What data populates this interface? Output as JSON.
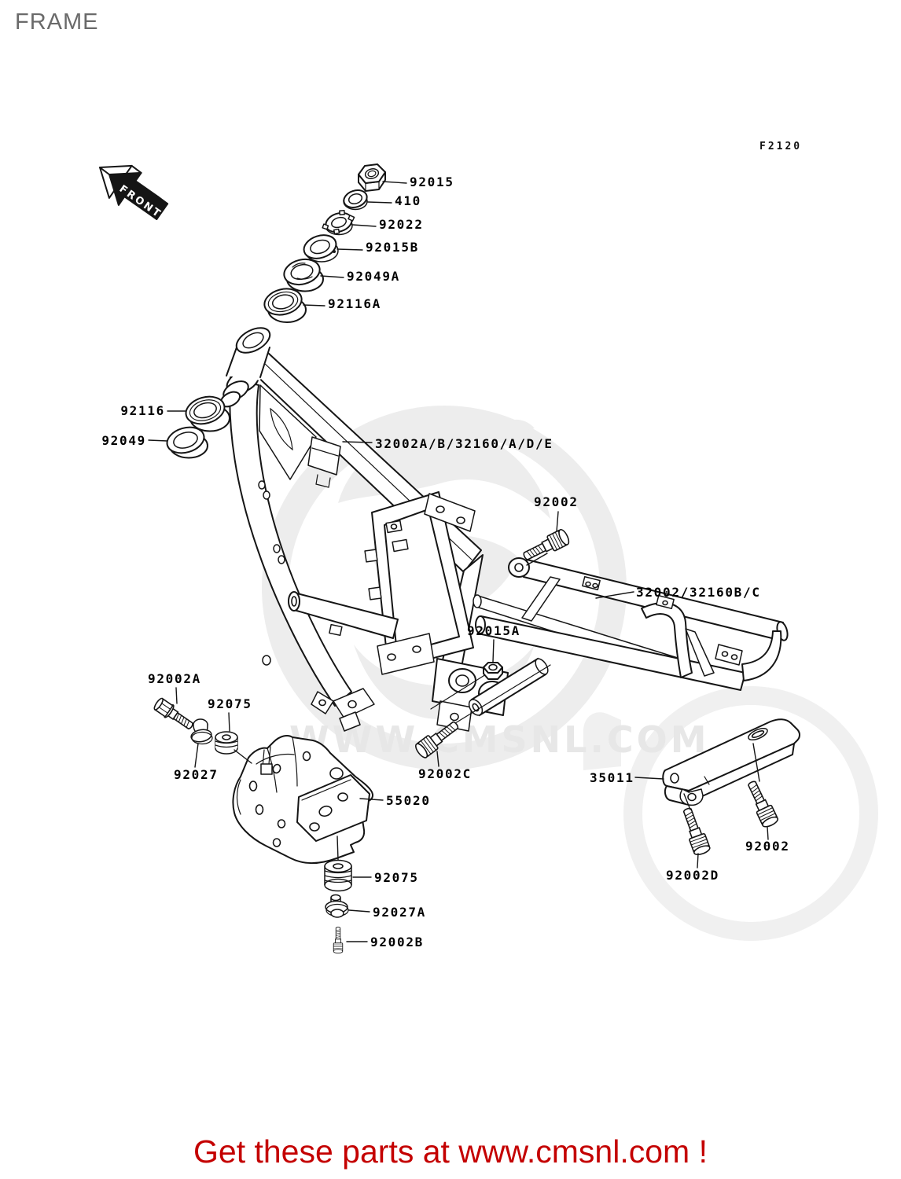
{
  "page": {
    "title": "FRAME",
    "figure_code": "F2120",
    "front_label": "FRONT"
  },
  "watermark": {
    "text": "WWW.CMSNL.COM"
  },
  "footer": {
    "text": "Get these parts at www.cmsnl.com !"
  },
  "parts": [
    {
      "number": "92015"
    },
    {
      "number": "410"
    },
    {
      "number": "92022"
    },
    {
      "number": "92015B"
    },
    {
      "number": "92049A"
    },
    {
      "number": "92116A"
    },
    {
      "number": "92116"
    },
    {
      "number": "92049"
    },
    {
      "number": "32002A/B/32160/A/D/E"
    },
    {
      "number": "92002"
    },
    {
      "number": "32002/32160B/C"
    },
    {
      "number": "92015A"
    },
    {
      "number": "92002A"
    },
    {
      "number": "92075"
    },
    {
      "number": "92027"
    },
    {
      "number": "92002C"
    },
    {
      "number": "55020"
    },
    {
      "number": "35011"
    },
    {
      "number": "92002"
    },
    {
      "number": "92002D"
    },
    {
      "number": "92075"
    },
    {
      "number": "92027A"
    },
    {
      "number": "92002B"
    }
  ],
  "colors": {
    "accent_red": "#c40000",
    "line_black": "#151515",
    "watermark_gray": "#e7e7e7",
    "title_gray": "#6a6a6a"
  }
}
